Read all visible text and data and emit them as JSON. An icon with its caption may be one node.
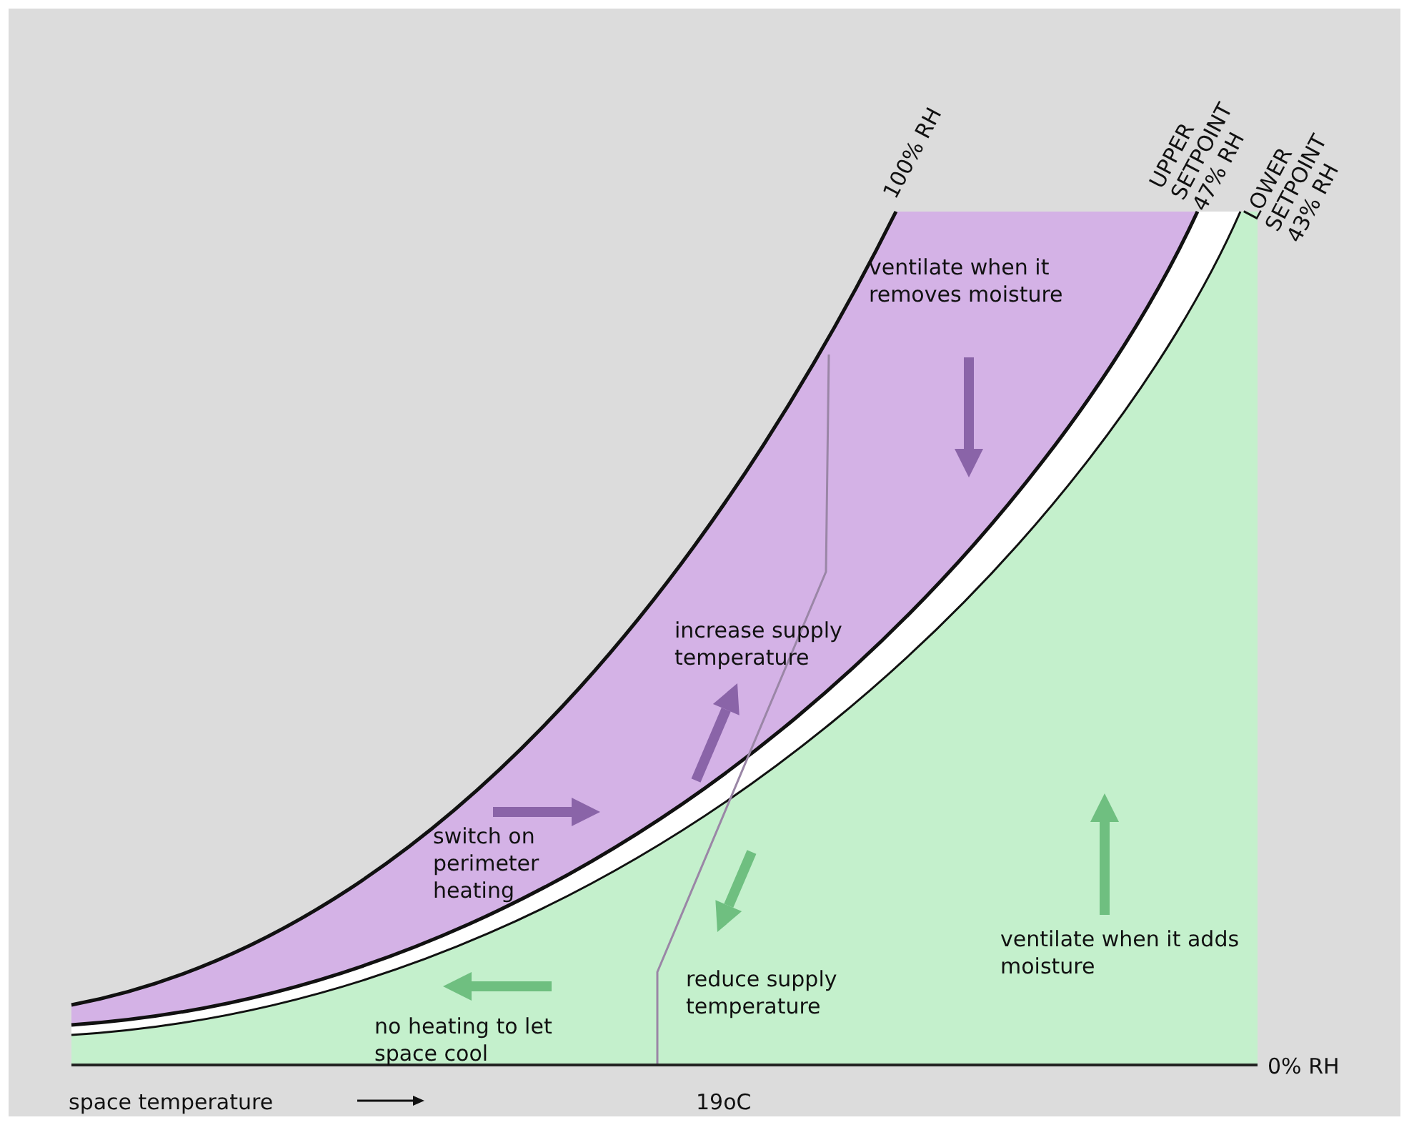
{
  "diagram": {
    "labels": [
      "100% RH",
      "UPPER SETPOINT 47% RH",
      "LOWER SETPOINT 43% RH",
      "ventilate when it removes moisture",
      "increase supply temperature",
      "switch on perimeter heating",
      "reduce supply temperature",
      "ventilate when it adds moisture",
      "no heating to let space cool",
      "0% RH",
      "space temperature",
      "19oC"
    ]
  }
}
